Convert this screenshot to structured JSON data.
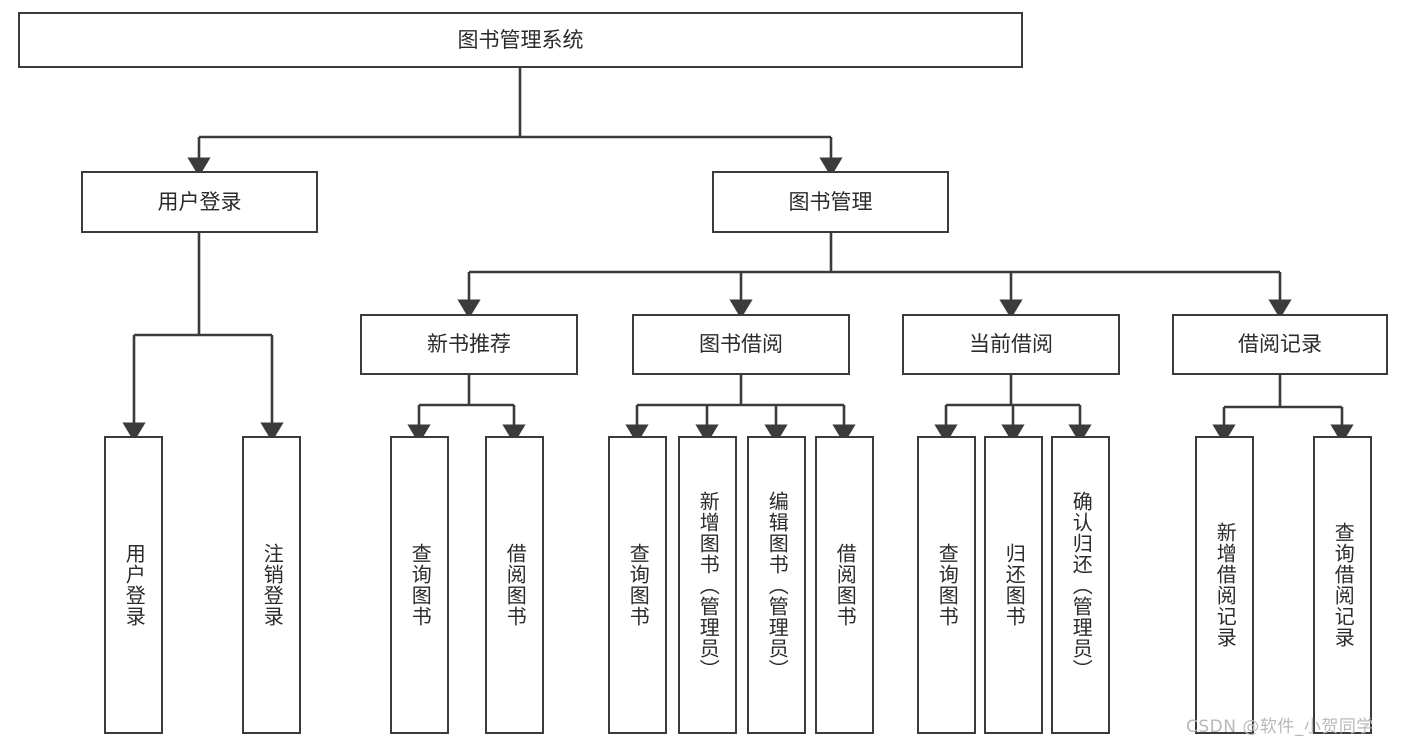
{
  "diagram": {
    "type": "tree-hierarchy-chart",
    "title": "图书管理系统",
    "stroke_color": "#3b3b3b",
    "text_color": "#2b2b2b",
    "background": "#ffffff",
    "levels": {
      "root": {
        "label": "图书管理系统"
      },
      "level2": [
        {
          "id": "user-login",
          "label": "用户登录"
        },
        {
          "id": "book-manage",
          "label": "图书管理"
        }
      ],
      "level3": [
        {
          "id": "new-book-recommend",
          "label": "新书推荐"
        },
        {
          "id": "book-borrow",
          "label": "图书借阅"
        },
        {
          "id": "current-borrow",
          "label": "当前借阅"
        },
        {
          "id": "borrow-record",
          "label": "借阅记录"
        }
      ],
      "leaves": {
        "user_login": [
          {
            "id": "leaf-user-login",
            "label": "用户登录"
          },
          {
            "id": "leaf-logout-login",
            "label": "注销登录"
          }
        ],
        "new_book_recommend": [
          {
            "id": "leaf-query-book-1",
            "label": "查询图书"
          },
          {
            "id": "leaf-borrow-book-1",
            "label": "借阅图书"
          }
        ],
        "book_borrow": [
          {
            "id": "leaf-query-book-2",
            "label": "查询图书"
          },
          {
            "id": "leaf-add-book",
            "label": "新增图书（管理员）"
          },
          {
            "id": "leaf-edit-book",
            "label": "编辑图书（管理员）"
          },
          {
            "id": "leaf-borrow-book-2",
            "label": "借阅图书"
          }
        ],
        "current_borrow": [
          {
            "id": "leaf-query-book-3",
            "label": "查询图书"
          },
          {
            "id": "leaf-return-book",
            "label": "归还图书"
          },
          {
            "id": "leaf-confirm-return",
            "label": "确认归还（管理员）"
          }
        ],
        "borrow_record": [
          {
            "id": "leaf-add-record",
            "label": "新增借阅记录"
          },
          {
            "id": "leaf-query-record",
            "label": "查询借阅记录"
          }
        ]
      }
    },
    "watermark": "CSDN @软件_小贺同学"
  }
}
